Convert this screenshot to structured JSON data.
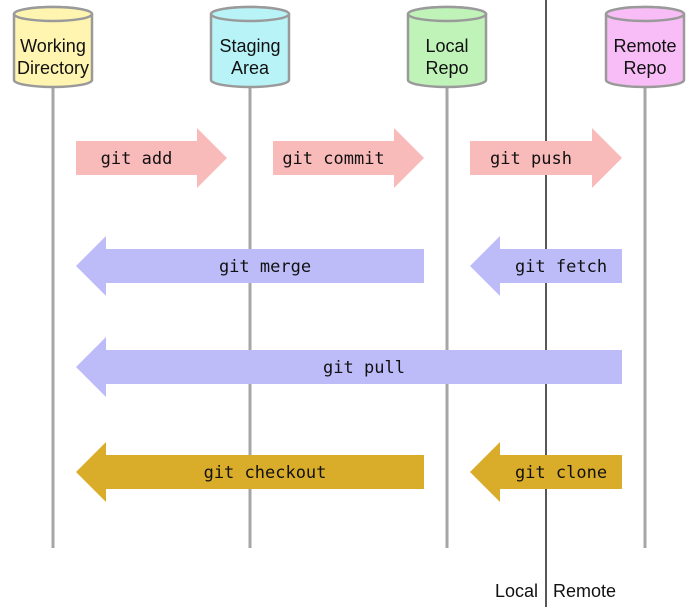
{
  "locations": [
    {
      "id": "working-directory",
      "lines": [
        "Working",
        "Directory"
      ],
      "color": "#fff5b0"
    },
    {
      "id": "staging-area",
      "lines": [
        "Staging",
        "Area"
      ],
      "color": "#b8f3f8"
    },
    {
      "id": "local-repo",
      "lines": [
        "Local",
        "Repo"
      ],
      "color": "#bff3b8"
    },
    {
      "id": "remote-repo",
      "lines": [
        "Remote",
        "Repo"
      ],
      "color": "#f8bdf6"
    }
  ],
  "commands": [
    {
      "id": "git-add",
      "label": "git add",
      "from": 0,
      "to": 1,
      "row": 0,
      "color": "#f9baba"
    },
    {
      "id": "git-commit",
      "label": "git commit",
      "from": 1,
      "to": 2,
      "row": 0,
      "color": "#f9baba"
    },
    {
      "id": "git-push",
      "label": "git push",
      "from": 2,
      "to": 3,
      "row": 0,
      "color": "#f9baba"
    },
    {
      "id": "git-merge",
      "label": "git merge",
      "from": 2,
      "to": 0,
      "row": 1,
      "color": "#bdbcf8"
    },
    {
      "id": "git-fetch",
      "label": "git fetch",
      "from": 3,
      "to": 2,
      "row": 1,
      "color": "#bdbcf8"
    },
    {
      "id": "git-pull",
      "label": "git pull",
      "from": 3,
      "to": 0,
      "row": 2,
      "color": "#bdbcf8"
    },
    {
      "id": "git-checkout",
      "label": "git checkout",
      "from": 2,
      "to": 0,
      "row": 3,
      "color": "#d9ac2a"
    },
    {
      "id": "git-clone",
      "label": "git clone",
      "from": 3,
      "to": 2,
      "row": 3,
      "color": "#d9ac2a"
    }
  ],
  "divider": {
    "left_label": "Local",
    "right_label": "Remote"
  }
}
